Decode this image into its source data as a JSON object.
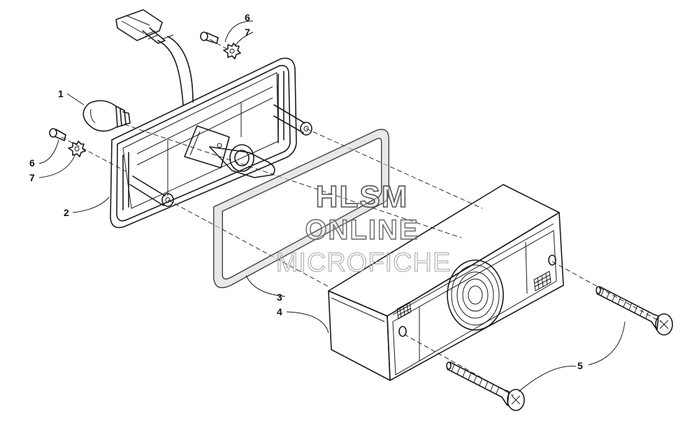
{
  "callouts": {
    "bulb": "1",
    "housing": "2",
    "gasket": "3",
    "lamp_assembly": "4",
    "long_screw": "5",
    "screw_top": "6",
    "washer_top": "7",
    "screw_left": "6",
    "washer_left": "7"
  },
  "watermark": {
    "line1": "HLSM",
    "line2": "ONLINE",
    "line3": "MICROFICHE"
  }
}
